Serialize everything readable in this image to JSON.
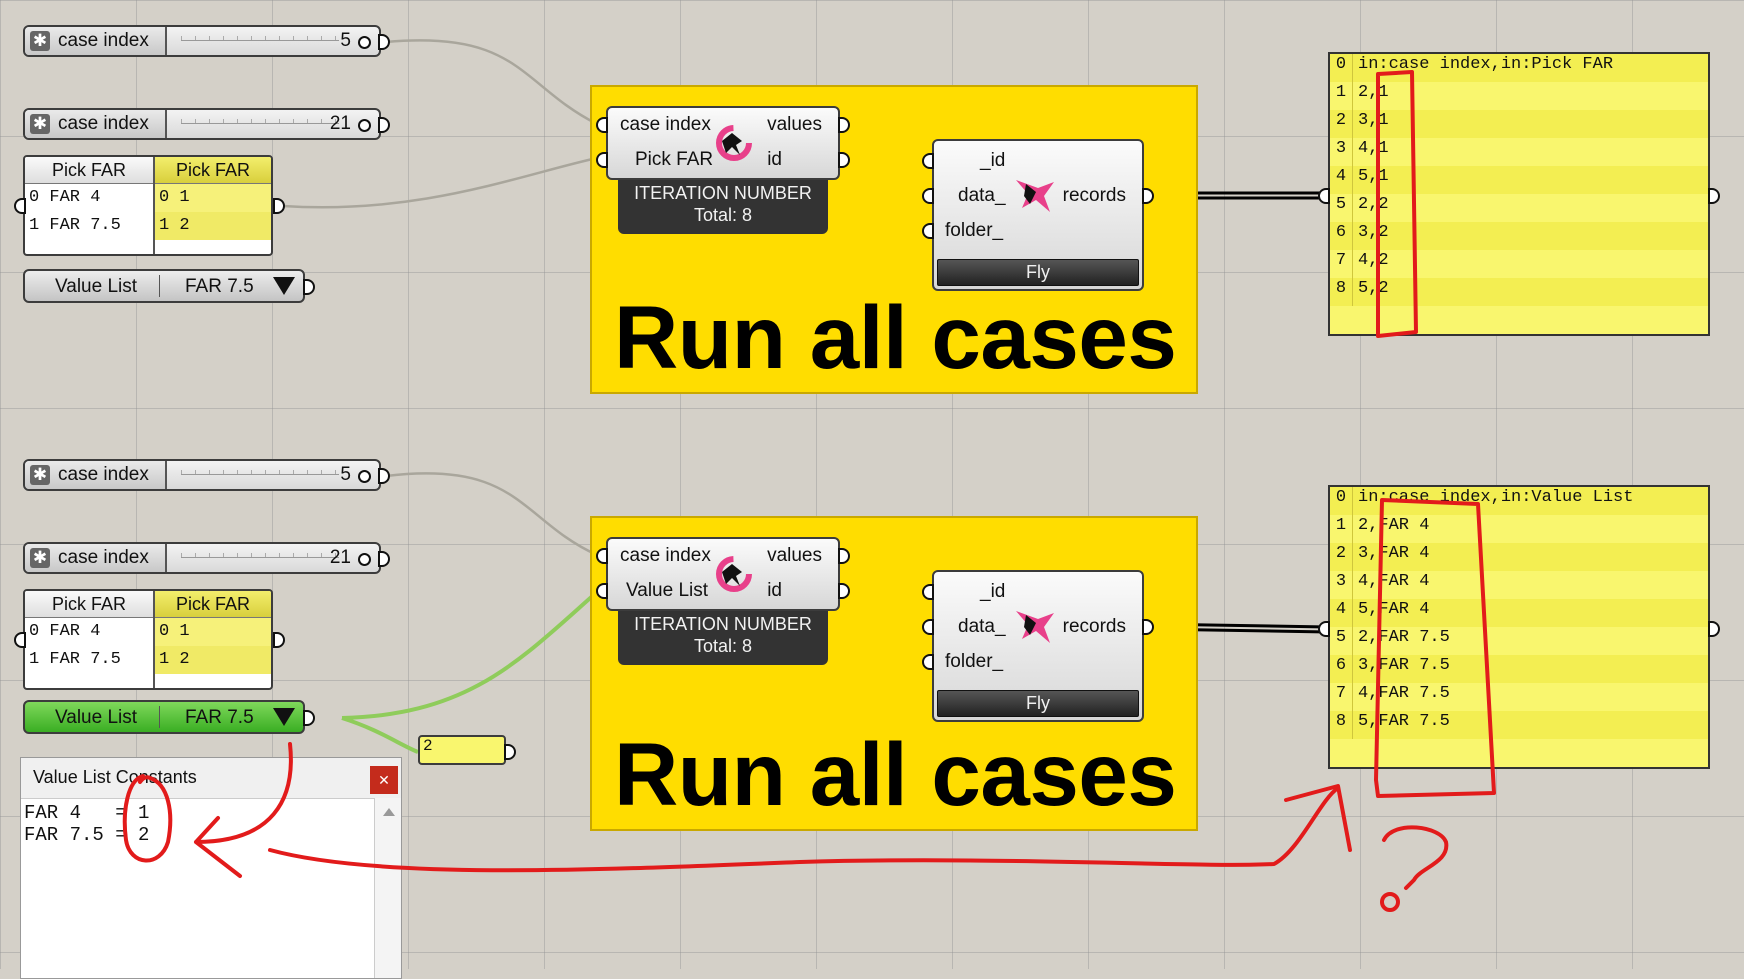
{
  "sliders": [
    {
      "label": "case index",
      "value": "5"
    },
    {
      "label": "case index",
      "value": "21"
    },
    {
      "label": "case index",
      "value": "5"
    },
    {
      "label": "case index",
      "value": "21"
    }
  ],
  "pick_far": {
    "left_header": "Pick FAR",
    "right_header": "Pick FAR",
    "left_rows": [
      "0 FAR 4",
      "1 FAR 7.5"
    ],
    "right_rows": [
      "0 1",
      "1 2"
    ]
  },
  "value_list": {
    "label": "Value List",
    "value": "FAR 7.5"
  },
  "iteration": {
    "top_inputs": [
      "case index",
      "Pick FAR"
    ],
    "bottom_inputs": [
      "case index",
      "Value List"
    ],
    "outputs": [
      "values",
      "id"
    ],
    "banner_title": "ITERATION NUMBER",
    "banner_total": "Total: 8"
  },
  "fly": {
    "inputs": [
      "_id",
      "data_",
      "folder_"
    ],
    "output": "records",
    "button": "Fly"
  },
  "group_title": "Run all cases",
  "panel_top": [
    {
      "i": "0",
      "t": "in:case index,in:Pick FAR"
    },
    {
      "i": "1",
      "t": "2,1"
    },
    {
      "i": "2",
      "t": "3,1"
    },
    {
      "i": "3",
      "t": "4,1"
    },
    {
      "i": "4",
      "t": "5,1"
    },
    {
      "i": "5",
      "t": "2,2"
    },
    {
      "i": "6",
      "t": "3,2"
    },
    {
      "i": "7",
      "t": "4,2"
    },
    {
      "i": "8",
      "t": "5,2"
    }
  ],
  "panel_bottom": [
    {
      "i": "0",
      "t": "in:case index,in:Value List"
    },
    {
      "i": "1",
      "t": "2,FAR 4"
    },
    {
      "i": "2",
      "t": "3,FAR 4"
    },
    {
      "i": "3",
      "t": "4,FAR 4"
    },
    {
      "i": "4",
      "t": "5,FAR 4"
    },
    {
      "i": "5",
      "t": "2,FAR 7.5"
    },
    {
      "i": "6",
      "t": "3,FAR 7.5"
    },
    {
      "i": "7",
      "t": "4,FAR 7.5"
    },
    {
      "i": "8",
      "t": "5,FAR 7.5"
    }
  ],
  "small_panel": "2",
  "dialog": {
    "title": "Value List Constants",
    "close": "✕",
    "content": "FAR 4   = 1\nFAR 7.5 = 2"
  },
  "colors": {
    "group": "#ffdd00",
    "panel": "#f9f66e",
    "selected_value_list": "#4cc033",
    "annotation": "#e21b1b"
  }
}
